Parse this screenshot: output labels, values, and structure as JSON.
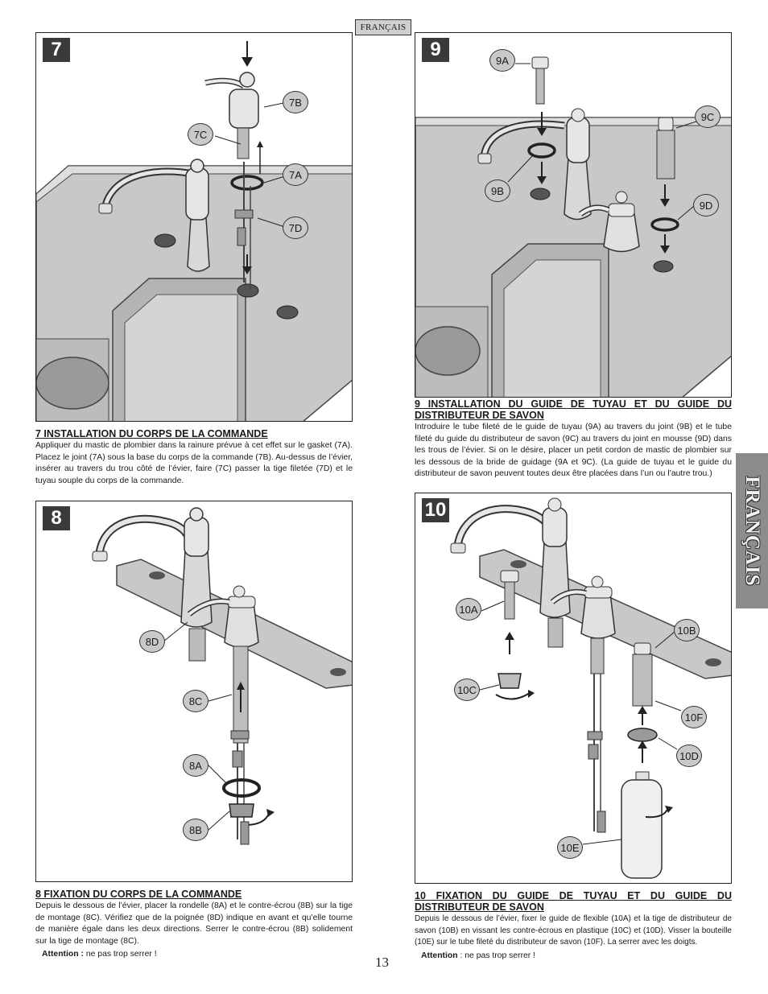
{
  "language_tag": "FRANÇAIS",
  "side_tab": "FRANÇAIS",
  "page_number": "13",
  "steps": {
    "s7": {
      "number": "7",
      "callouts": {
        "a": "7A",
        "b": "7B",
        "c": "7C",
        "d": "7D"
      },
      "title": "7  INSTALLATION DU CORPS DE LA COMMANDE",
      "body": "Appliquer du mastic de plombier dans la rainure prévue à cet effet sur le gasket (7A). Placez le joint (7A) sous la base du corps de la commande (7B). Au-dessus de l’évier, insérer au travers du trou côté de l’évier, faire (7C) passer la tige filetée (7D) et le tuyau souple du corps de la commande."
    },
    "s8": {
      "number": "8",
      "callouts": {
        "a": "8A",
        "b": "8B",
        "c": "8C",
        "d": "8D"
      },
      "title": "8  FIXATION DU CORPS DE LA COMMANDE",
      "body": "Depuis le dessous de l’évier, placer la rondelle (8A) et le contre-écrou (8B) sur la tige de montage (8C). Vérifiez que de la poignée (8D) indique en avant et qu’elle tourne de manière égale dans les deux directions. Serrer le contre-écrou (8B) solidement sur la tige de montage (8C).",
      "warning_label": "Attention :",
      "warning_text": " ne pas trop serrer !"
    },
    "s9": {
      "number": "9",
      "callouts": {
        "a": "9A",
        "b": "9B",
        "c": "9C",
        "d": "9D"
      },
      "title": "9  INSTALLATION DU GUIDE DE TUYAU ET DU GUIDE DU DISTRIBUTEUR DE SAVON",
      "body": "Introduire le tube fileté de le guide de tuyau (9A) au travers du joint (9B) et le tube fileté du guide du distributeur de savon (9C) au travers du joint en mousse (9D) dans les trous de l’évier. Si on le désire, placer un petit cordon de mastic de plombier sur les dessous de la bride de guidage (9A et 9C). (La guide de tuyau et le guide du distributeur de savon peuvent toutes deux être placées dans l’un ou l’autre trou.)"
    },
    "s10": {
      "number": "10",
      "callouts": {
        "a": "10A",
        "b": "10B",
        "c": "10C",
        "d": "10D",
        "e": "10E",
        "f": "10F"
      },
      "title": "10  FIXATION DU GUIDE DE TUYAU ET DU GUIDE DU DISTRIBUTEUR DE SAVON",
      "body": "Depuis le dessous de l’évier, fixer le guide de flexible (10A) et la tige de distributeur de savon (10B) en vissant les contre-écrous en plastique (10C) et (10D). Visser la bouteille (10E) sur le tube fileté du distributeur de savon (10F). La serrer avec les doigts.",
      "warning_label": "Attention",
      "warning_text": " : ne pas trop serrer !"
    }
  },
  "colors": {
    "sink": "#c8c8c8",
    "sink_dark": "#9e9e9e",
    "callout": "#c9c9c9",
    "step_box": "#3a3a3a",
    "tab": "#8c8c8c"
  }
}
